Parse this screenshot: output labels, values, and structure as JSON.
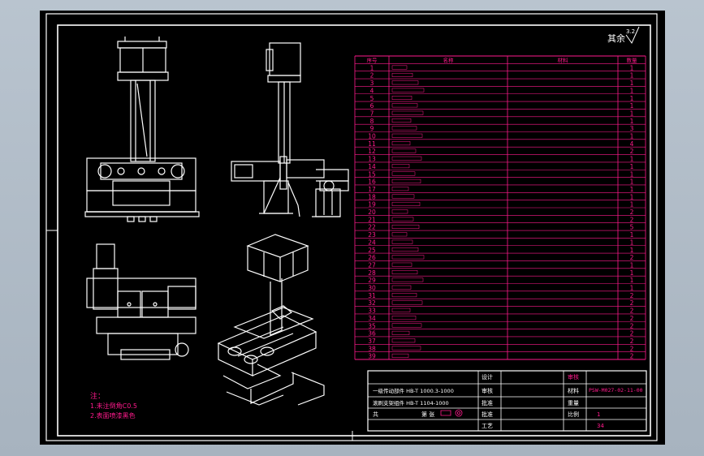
{
  "sheet": {
    "roughness_symbol": "其余",
    "roughness_value": "3.2"
  },
  "bom": {
    "header": {
      "num": "序号",
      "name": "名称",
      "material": "材料",
      "qty": "数量"
    },
    "rows": [
      {
        "num": "1",
        "name": "",
        "qty": "1"
      },
      {
        "num": "2",
        "name": "",
        "qty": "1"
      },
      {
        "num": "3",
        "name": "",
        "qty": "1"
      },
      {
        "num": "4",
        "name": "",
        "qty": "1"
      },
      {
        "num": "5",
        "name": "",
        "qty": "1"
      },
      {
        "num": "6",
        "name": "",
        "qty": "1"
      },
      {
        "num": "7",
        "name": "",
        "qty": "1"
      },
      {
        "num": "8",
        "name": "",
        "qty": "1"
      },
      {
        "num": "9",
        "name": "",
        "qty": "3"
      },
      {
        "num": "10",
        "name": "",
        "qty": "1"
      },
      {
        "num": "11",
        "name": "",
        "qty": "4"
      },
      {
        "num": "12",
        "name": "",
        "qty": "2"
      },
      {
        "num": "13",
        "name": "",
        "qty": "1"
      },
      {
        "num": "14",
        "name": "",
        "qty": "1"
      },
      {
        "num": "15",
        "name": "",
        "qty": "1"
      },
      {
        "num": "16",
        "name": "",
        "qty": "1"
      },
      {
        "num": "17",
        "name": "",
        "qty": "1"
      },
      {
        "num": "18",
        "name": "",
        "qty": "1"
      },
      {
        "num": "19",
        "name": "",
        "qty": "1"
      },
      {
        "num": "20",
        "name": "",
        "qty": "2"
      },
      {
        "num": "21",
        "name": "",
        "qty": "2"
      },
      {
        "num": "22",
        "name": "",
        "qty": "5"
      },
      {
        "num": "23",
        "name": "",
        "qty": "1"
      },
      {
        "num": "24",
        "name": "",
        "qty": "1"
      },
      {
        "num": "25",
        "name": "",
        "qty": "1"
      },
      {
        "num": "26",
        "name": "",
        "qty": "2"
      },
      {
        "num": "27",
        "name": "",
        "qty": "1"
      },
      {
        "num": "28",
        "name": "",
        "qty": "1"
      },
      {
        "num": "29",
        "name": "",
        "qty": "1"
      },
      {
        "num": "30",
        "name": "",
        "qty": "1"
      },
      {
        "num": "31",
        "name": "",
        "qty": "2"
      },
      {
        "num": "32",
        "name": "",
        "qty": "2"
      },
      {
        "num": "33",
        "name": "",
        "qty": "2"
      },
      {
        "num": "34",
        "name": "",
        "qty": "2"
      },
      {
        "num": "35",
        "name": "",
        "qty": "2"
      },
      {
        "num": "36",
        "name": "",
        "qty": "2"
      },
      {
        "num": "37",
        "name": "",
        "qty": "2"
      },
      {
        "num": "38",
        "name": "",
        "qty": "2"
      },
      {
        "num": "39",
        "name": "",
        "qty": "2"
      }
    ]
  },
  "title_block": {
    "company": "",
    "drawing_no": "PSW-M027-02-11-00",
    "scale": "1",
    "sheet_total": "34",
    "designer_label": "设计",
    "check_label": "审核",
    "approve_label": "批准",
    "craft_label": "工艺",
    "sheets_label": "共",
    "sheet_label": "第",
    "material_label": "材料",
    "weight_label": "重量",
    "scale_label": "比例",
    "row1": "一级传动部件 HB-T 1000.3-1000",
    "row2": "滚刷支架组件 HB-T 1104-1000",
    "row3_left": "共",
    "row3_mid": "第 张"
  },
  "notes": {
    "title": "注：",
    "lines": [
      "1.未注倒角C0.5",
      "2.表面喷漆黑色"
    ]
  },
  "colors": {
    "frame": "#ffffff",
    "table": "#ff1a8c",
    "drawing": "#ffffff",
    "background": "#000000"
  }
}
